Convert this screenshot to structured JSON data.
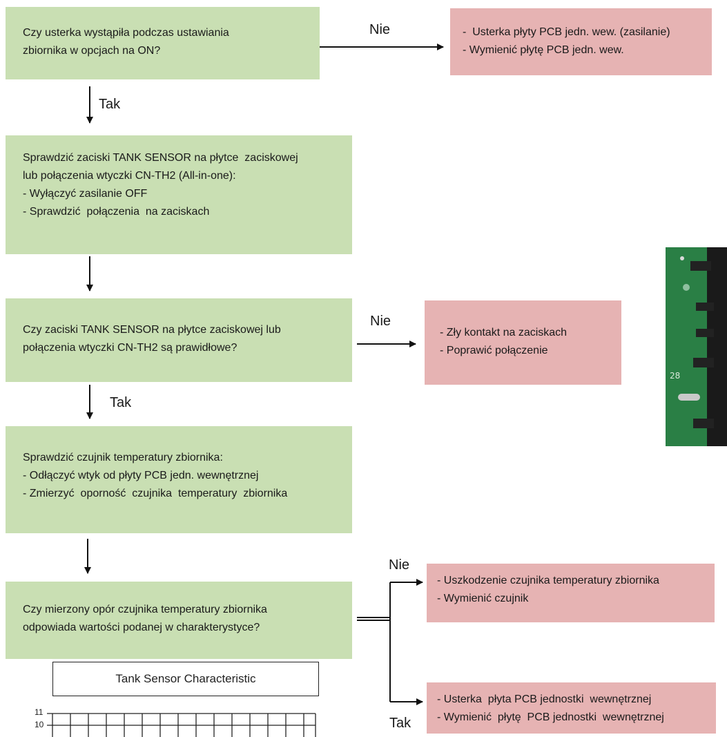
{
  "boxes": {
    "q1": {
      "lines": [
        "Czy usterka wystąpiła podczas ustawiania",
        "zbiornika w opcjach na ON?"
      ]
    },
    "r1": {
      "lines": [
        "-  Usterka płyty PCB jedn. wew. (zasilanie)",
        "- Wymienić płytę PCB jedn. wew."
      ]
    },
    "s2": {
      "lines": [
        "Sprawdzić zaciski TANK SENSOR na płytce  zaciskowej",
        "lub połączenia wtyczki CN-TH2 (All-in-one):",
        "- Wyłączyć zasilanie OFF",
        "- Sprawdzić  połączenia  na zaciskach"
      ]
    },
    "q3": {
      "lines": [
        "Czy zaciski TANK SENSOR na płytce zaciskowej lub",
        "połączenia wtyczki CN-TH2 są prawidłowe?"
      ]
    },
    "r3": {
      "lines": [
        "- Zły kontakt na zaciskach",
        "- Poprawić połączenie"
      ]
    },
    "s4": {
      "lines": [
        "Sprawdzić czujnik temperatury zbiornika:",
        "- Odłączyć wtyk od płyty PCB jedn. wewnętrznej",
        "- Zmierzyć  oporność  czujnika  temperatury  zbiornika"
      ]
    },
    "q5": {
      "lines": [
        "Czy mierzony opór czujnika temperatury zbiornika",
        "odpowiada wartości podanej w charakterystyce?"
      ]
    },
    "r5a": {
      "lines": [
        "- Uszkodzenie czujnika temperatury zbiornika",
        "- Wymienić czujnik"
      ]
    },
    "r5b": {
      "lines": [
        "- Usterka  płyta PCB jednostki  wewnętrznej",
        "- Wymienić  płytę  PCB jednostki  wewnętrznej"
      ]
    }
  },
  "labels": {
    "nie1": "Nie",
    "tak1": "Tak",
    "nie3": "Nie",
    "tak3": "Tak",
    "nie5": "Nie",
    "tak5": "Tak"
  },
  "chart": {
    "title": "Tank Sensor Characteristic",
    "y_ticks": [
      "11",
      "10"
    ]
  },
  "colors": {
    "question": "#c9dfb3",
    "result": "#e6b3b3",
    "pcb": "#2d8a4b"
  },
  "icons": {
    "arrow": "arrow-icon",
    "photo": "pcb-photo"
  }
}
